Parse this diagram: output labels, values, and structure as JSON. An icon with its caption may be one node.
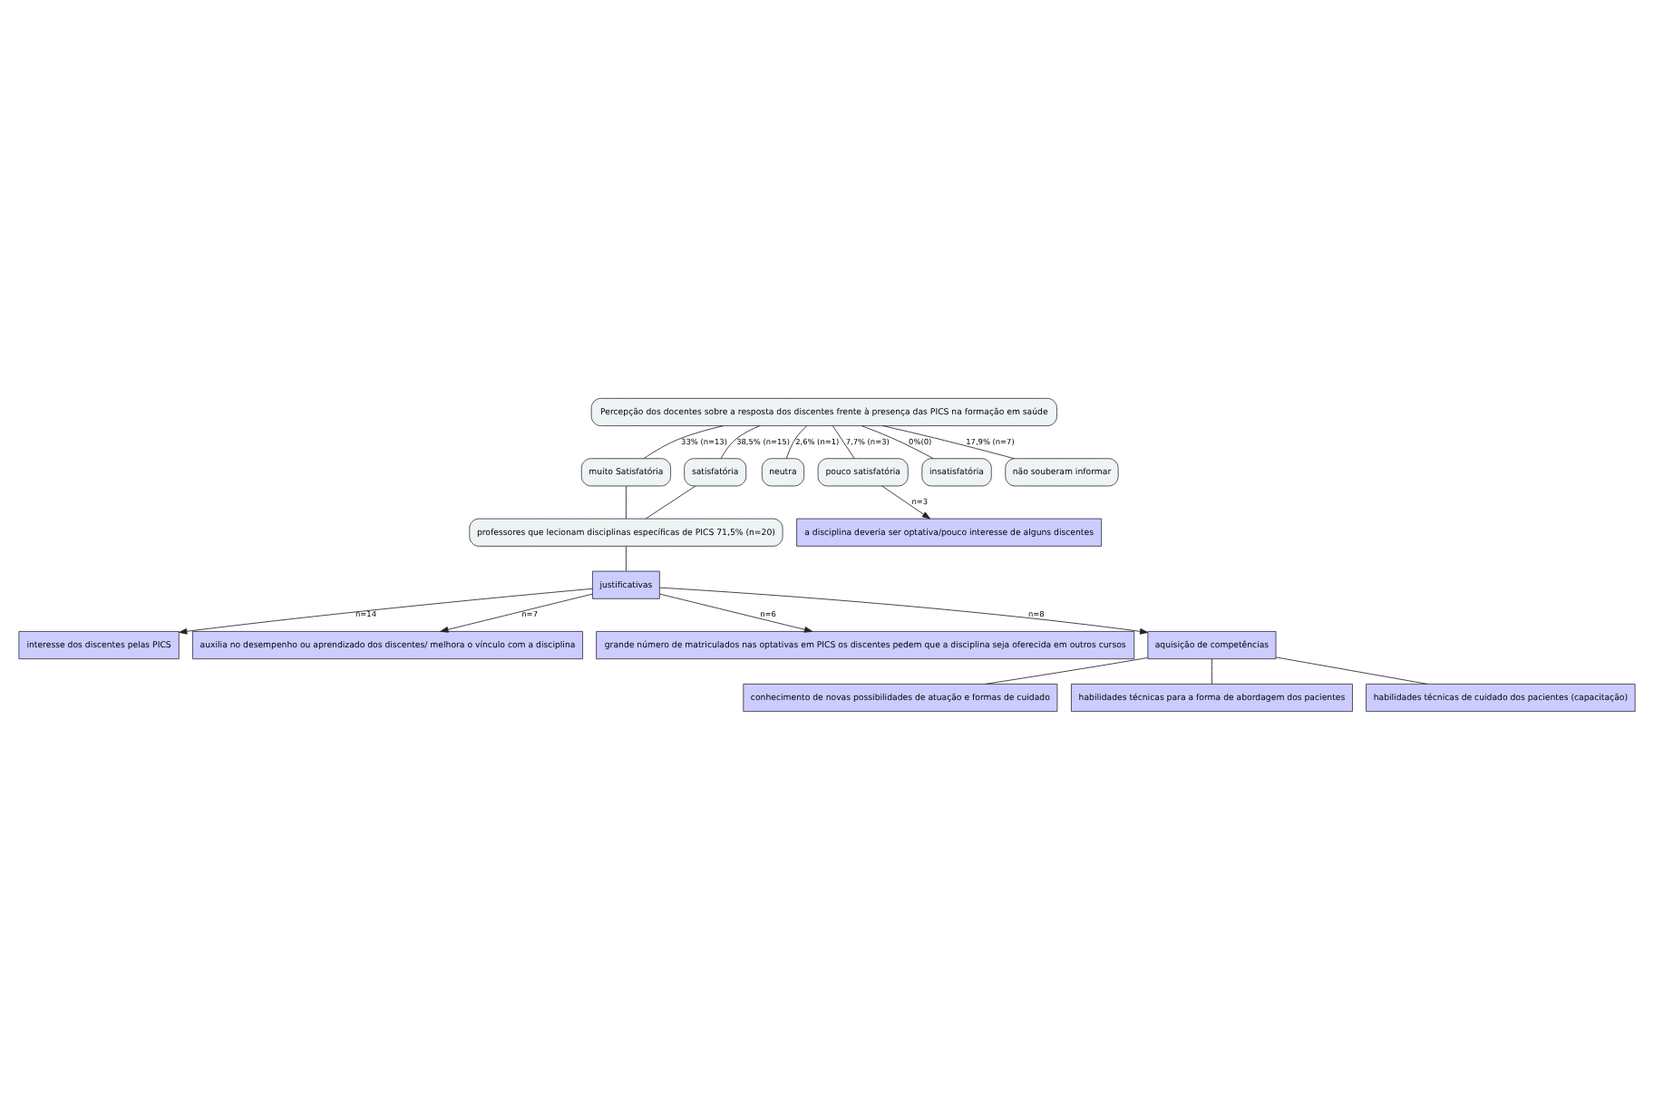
{
  "diagram": {
    "nodes": [
      {
        "text": [
          "Percepção dos docentes sobre a resposta dos discentes frente à presença das PICS na formação em saúde"
        ]
      },
      {
        "text": [
          "muito Satisfatória"
        ]
      },
      {
        "text": [
          "satisfatória"
        ]
      },
      {
        "text": [
          "neutra"
        ]
      },
      {
        "text": [
          "pouco satisfatória"
        ]
      },
      {
        "text": [
          "insatisfatória"
        ]
      },
      {
        "text": [
          "não souberam informar"
        ]
      },
      {
        "text": [
          "professores que lecionam disciplinas específicas de PICS 71,5% (n=20)"
        ]
      },
      {
        "text": [
          "justificativas"
        ]
      },
      {
        "text": [
          "a disciplina deveria ser optativa/pouco interesse de alguns discentes"
        ]
      },
      {
        "text": [
          "interesse dos discentes pelas PICS"
        ]
      },
      {
        "text": [
          "auxilia no desempenho ou aprendizado dos discentes/ melhora o vínculo com a disciplina"
        ]
      },
      {
        "text": [
          "grande número de matriculados nas optativas em PICS os discentes pedem que a disciplina seja oferecida em outros cursos"
        ]
      },
      {
        "text": [
          "aquisição de competências"
        ]
      },
      {
        "text": [
          "conhecimento de novas possibilidades de atuação e formas de cuidado"
        ]
      },
      {
        "text": [
          "habilidades técnicas para a forma de abordagem dos pacientes"
        ]
      },
      {
        "text": [
          "habilidades técnicas de cuidado dos pacientes (capacitação)"
        ]
      }
    ],
    "edges": [
      {
        "from": 0,
        "to": 1,
        "arrow": "none",
        "label": "33% (n=13)"
      },
      {
        "from": 0,
        "to": 2,
        "arrow": "none",
        "label": "38,5% (n=15)"
      },
      {
        "from": 0,
        "to": 3,
        "arrow": "none",
        "label": "2,6% (n=1)"
      },
      {
        "from": 0,
        "to": 4,
        "arrow": "none",
        "label": "7,7% (n=3)"
      },
      {
        "from": 0,
        "to": 5,
        "arrow": "none",
        "label": "0%(0)"
      },
      {
        "from": 0,
        "to": 6,
        "arrow": "none",
        "label": "17,9% (n=7)"
      },
      {
        "from": 1,
        "to": 7,
        "arrow": "none"
      },
      {
        "from": 2,
        "to": 7,
        "arrow": "none"
      },
      {
        "from": 4,
        "to": 9,
        "arrow": "to",
        "label": "n=3"
      },
      {
        "from": 7,
        "to": 8,
        "arrow": "none"
      },
      {
        "from": 8,
        "to": 10,
        "arrow": "to",
        "label": "n=14"
      },
      {
        "from": 8,
        "to": 11,
        "arrow": "to",
        "label": "n=7"
      },
      {
        "from": 8,
        "to": 12,
        "arrow": "to",
        "label": "n=6"
      },
      {
        "from": 8,
        "to": 13,
        "arrow": "to",
        "label": "n=8"
      },
      {
        "from": 13,
        "to": 14,
        "arrow": "none"
      },
      {
        "from": 13,
        "to": 15,
        "arrow": "none"
      },
      {
        "from": 13,
        "to": 16,
        "arrow": "none"
      }
    ]
  }
}
